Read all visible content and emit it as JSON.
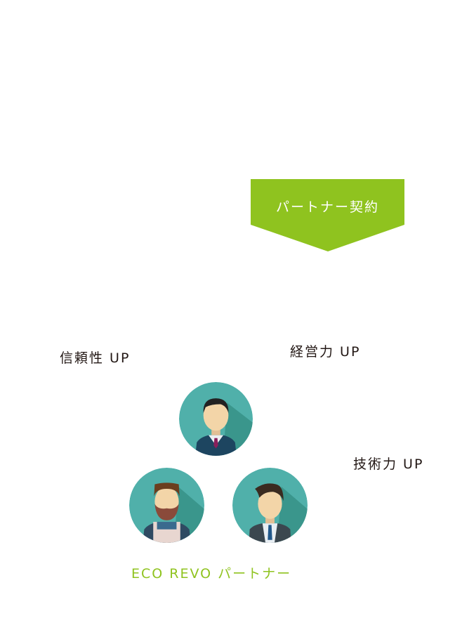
{
  "banner": {
    "label": "パートナー契約"
  },
  "benefits": {
    "trust": "信頼性 UP",
    "management": "経営力 UP",
    "technique": "技術力 UP"
  },
  "partner": {
    "label": "ECO REVO パートナー"
  },
  "colors": {
    "accent": "#8fc31f",
    "circle": "#50b0aa",
    "shadow": "#3a968c"
  }
}
